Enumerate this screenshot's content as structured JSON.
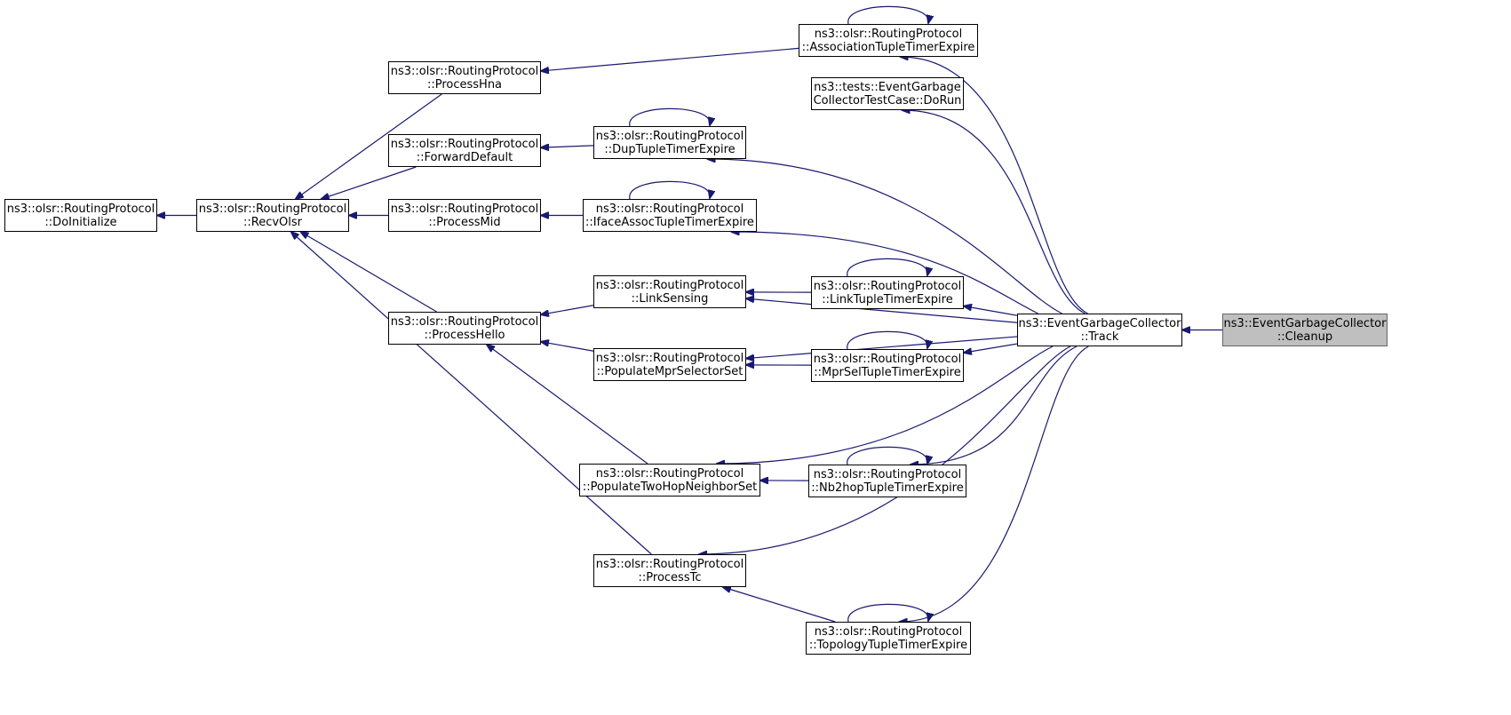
{
  "colors": {
    "edge": "#191970",
    "node_border": "#000000",
    "node_fill": "#ffffff",
    "highlight_fill": "#bfbfbf",
    "highlight_border": "#666666"
  },
  "nodes": [
    {
      "id": "doinitialize",
      "line1": "ns3::olsr::RoutingProtocol",
      "line2": "::DoInitialize"
    },
    {
      "id": "recvolsr",
      "line1": "ns3::olsr::RoutingProtocol",
      "line2": "::RecvOlsr"
    },
    {
      "id": "processhna",
      "line1": "ns3::olsr::RoutingProtocol",
      "line2": "::ProcessHna"
    },
    {
      "id": "forwarddefault",
      "line1": "ns3::olsr::RoutingProtocol",
      "line2": "::ForwardDefault"
    },
    {
      "id": "processmid",
      "line1": "ns3::olsr::RoutingProtocol",
      "line2": "::ProcessMid"
    },
    {
      "id": "processhello",
      "line1": "ns3::olsr::RoutingProtocol",
      "line2": "::ProcessHello"
    },
    {
      "id": "duptuple",
      "line1": "ns3::olsr::RoutingProtocol",
      "line2": "::DupTupleTimerExpire"
    },
    {
      "id": "ifaceassoc",
      "line1": "ns3::olsr::RoutingProtocol",
      "line2": "::IfaceAssocTupleTimerExpire"
    },
    {
      "id": "linksensing",
      "line1": "ns3::olsr::RoutingProtocol",
      "line2": "::LinkSensing"
    },
    {
      "id": "populatempr",
      "line1": "ns3::olsr::RoutingProtocol",
      "line2": "::PopulateMprSelectorSet"
    },
    {
      "id": "populatetwohop",
      "line1": "ns3::olsr::RoutingProtocol",
      "line2": "::PopulateTwoHopNeighborSet"
    },
    {
      "id": "processtc",
      "line1": "ns3::olsr::RoutingProtocol",
      "line2": "::ProcessTc"
    },
    {
      "id": "assoctuple",
      "line1": "ns3::olsr::RoutingProtocol",
      "line2": "::AssociationTupleTimerExpire"
    },
    {
      "id": "dorun",
      "line1": "ns3::tests::EventGarbage",
      "line2": "CollectorTestCase::DoRun"
    },
    {
      "id": "linktuple",
      "line1": "ns3::olsr::RoutingProtocol",
      "line2": "::LinkTupleTimerExpire"
    },
    {
      "id": "mprseltuple",
      "line1": "ns3::olsr::RoutingProtocol",
      "line2": "::MprSelTupleTimerExpire"
    },
    {
      "id": "nb2hoptuple",
      "line1": "ns3::olsr::RoutingProtocol",
      "line2": "::Nb2hopTupleTimerExpire"
    },
    {
      "id": "topologytuple",
      "line1": "ns3::olsr::RoutingProtocol",
      "line2": "::TopologyTupleTimerExpire"
    },
    {
      "id": "track",
      "line1": "ns3::EventGarbageCollector",
      "line2": "::Track"
    },
    {
      "id": "cleanup",
      "line1": "ns3::EventGarbageCollector",
      "line2": "::Cleanup",
      "highlight": true
    }
  ],
  "edges": [
    {
      "from": "recvolsr",
      "to": "doinitialize"
    },
    {
      "from": "processhna",
      "to": "recvolsr"
    },
    {
      "from": "forwarddefault",
      "to": "recvolsr"
    },
    {
      "from": "processmid",
      "to": "recvolsr"
    },
    {
      "from": "processhello",
      "to": "recvolsr"
    },
    {
      "from": "processtc",
      "to": "recvolsr"
    },
    {
      "from": "assoctuple",
      "to": "processhna"
    },
    {
      "from": "duptuple",
      "to": "forwarddefault"
    },
    {
      "from": "ifaceassoc",
      "to": "processmid"
    },
    {
      "from": "linksensing",
      "to": "processhello"
    },
    {
      "from": "populatempr",
      "to": "processhello"
    },
    {
      "from": "populatetwohop",
      "to": "processhello"
    },
    {
      "from": "linktuple",
      "to": "linksensing"
    },
    {
      "from": "mprseltuple",
      "to": "populatempr"
    },
    {
      "from": "nb2hoptuple",
      "to": "populatetwohop"
    },
    {
      "from": "topologytuple",
      "to": "processtc"
    },
    {
      "from": "track",
      "to": "assoctuple"
    },
    {
      "from": "track",
      "to": "dorun"
    },
    {
      "from": "track",
      "to": "duptuple"
    },
    {
      "from": "track",
      "to": "ifaceassoc"
    },
    {
      "from": "track",
      "to": "linksensing"
    },
    {
      "from": "track",
      "to": "linktuple"
    },
    {
      "from": "track",
      "to": "mprseltuple"
    },
    {
      "from": "track",
      "to": "populatempr"
    },
    {
      "from": "track",
      "to": "nb2hoptuple"
    },
    {
      "from": "track",
      "to": "populatetwohop"
    },
    {
      "from": "track",
      "to": "processtc"
    },
    {
      "from": "track",
      "to": "topologytuple"
    },
    {
      "from": "cleanup",
      "to": "track"
    },
    {
      "from": "assoctuple",
      "to": "assoctuple",
      "self": true
    },
    {
      "from": "duptuple",
      "to": "duptuple",
      "self": true
    },
    {
      "from": "ifaceassoc",
      "to": "ifaceassoc",
      "self": true
    },
    {
      "from": "linktuple",
      "to": "linktuple",
      "self": true
    },
    {
      "from": "mprseltuple",
      "to": "mprseltuple",
      "self": true
    },
    {
      "from": "nb2hoptuple",
      "to": "nb2hoptuple",
      "self": true
    },
    {
      "from": "topologytuple",
      "to": "topologytuple",
      "self": true
    }
  ]
}
